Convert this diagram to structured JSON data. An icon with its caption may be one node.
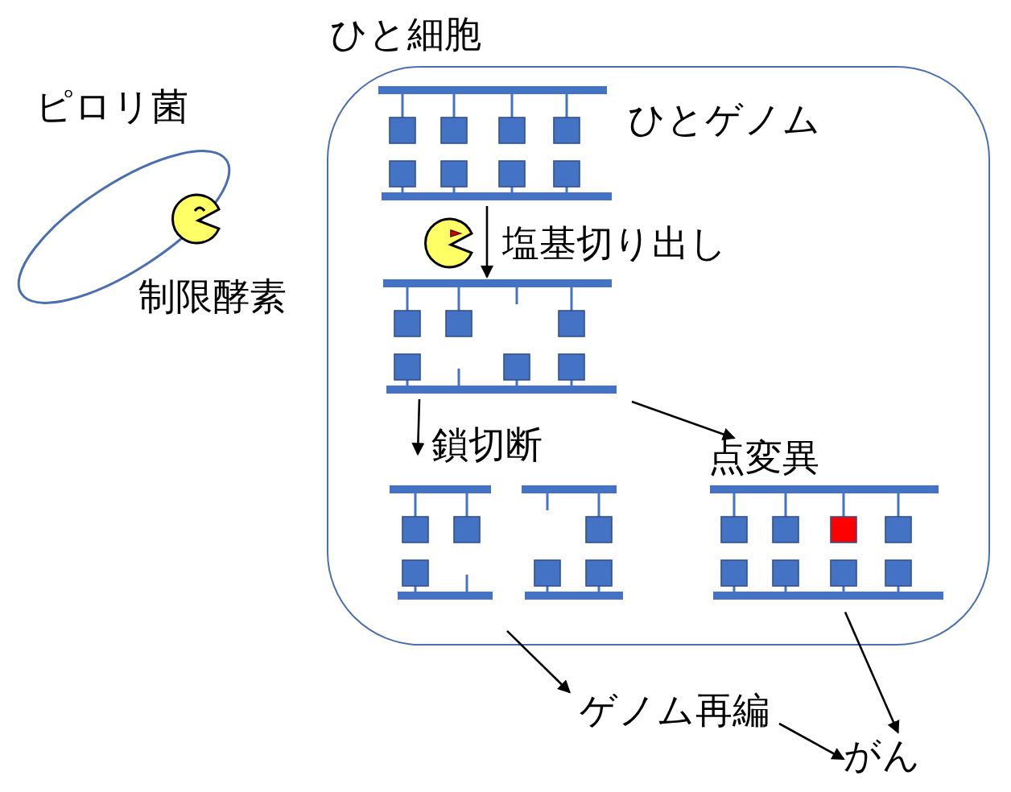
{
  "diagram": {
    "nodes": [
      {
        "text": [
          "ひと細胞"
        ]
      },
      {
        "text": [
          "ピロリ菌"
        ]
      },
      {
        "text": [],
        "shape": "picture",
        "in": 0,
        "beside": [
          "ひとゲノム"
        ]
      },
      {
        "text": [],
        "shape": "picture",
        "in": 0
      },
      {
        "text": [
          "鎖切断"
        ],
        "in": 0
      },
      {
        "text": [
          "点変異"
        ],
        "in": 0
      },
      {
        "text": [
          "ゲノム再編"
        ]
      },
      {
        "text": [
          "がん"
        ]
      }
    ],
    "edges": [
      {
        "from": 2,
        "to": 3,
        "arrow": "to",
        "label": "塩基切り出し"
      },
      {
        "from": 3,
        "to": 4,
        "arrow": "to"
      },
      {
        "from": 3,
        "to": 5,
        "arrow": "to"
      },
      {
        "from": 4,
        "to": 6,
        "arrow": "to"
      },
      {
        "from": 5,
        "to": 7,
        "arrow": "to"
      },
      {
        "from": 6,
        "to": 7,
        "arrow": "to"
      }
    ],
    "labels": [
      "制限酵素"
    ]
  }
}
